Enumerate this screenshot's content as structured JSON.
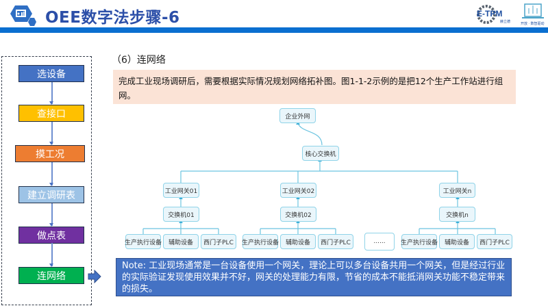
{
  "header": {
    "title": "OEE数字法步骤-6",
    "icon": "presentation-hexagon-icon",
    "logos": [
      {
        "name": "e-tpm-logo",
        "text": "E-TPM",
        "subtext": "赫立德"
      },
      {
        "name": "laptop-circuit-logo",
        "subtext": "开放 · 数智驱动"
      }
    ],
    "bar_color": "#0a6fd0",
    "title_color": "#2c4fa8"
  },
  "steps": [
    {
      "label": "选设备",
      "color": "#4472c4"
    },
    {
      "label": "查接口",
      "color": "#ffc000"
    },
    {
      "label": "摸工况",
      "color": "#ed7d31"
    },
    {
      "label": "建立调研表",
      "color": "#9dc3e6"
    },
    {
      "label": "做点表",
      "color": "#7030a0"
    },
    {
      "label": "连网络",
      "color": "#00b050"
    }
  ],
  "content": {
    "section_title": "（6）连网络",
    "description": "完成工业现场调研后，需要根据实际情况规划网络拓补图。图1-1-2示例的是把12个生产工作站进行组网。",
    "note": "Note: 工业现场通常是一台设备使用一个网关，理论上可以多台设备共用一个网关，但是经过行业的实际验证发现使用效果并不好，网关的处理能力有限，节省的成本不能抵消网关功能不稳定带来的损失。"
  },
  "diagram": {
    "top": "企业外网",
    "core": "核心交换机",
    "groups": [
      {
        "gateway": "工业网关01",
        "switch": "交换机01",
        "devices": [
          "生产执行设备",
          "辅助设备",
          "西门子PLC"
        ]
      },
      {
        "gateway": "工业网关02",
        "switch": "交换机02",
        "devices": [
          "生产执行设备",
          "辅助设备",
          "西门子PLC"
        ]
      },
      {
        "gateway": "工业网关n",
        "switch": "交换机n",
        "devices": [
          "生产执行设备",
          "辅助设备",
          "西门子PLC"
        ]
      }
    ],
    "ellipsis": "......",
    "line_color": "#6cc4e0"
  }
}
